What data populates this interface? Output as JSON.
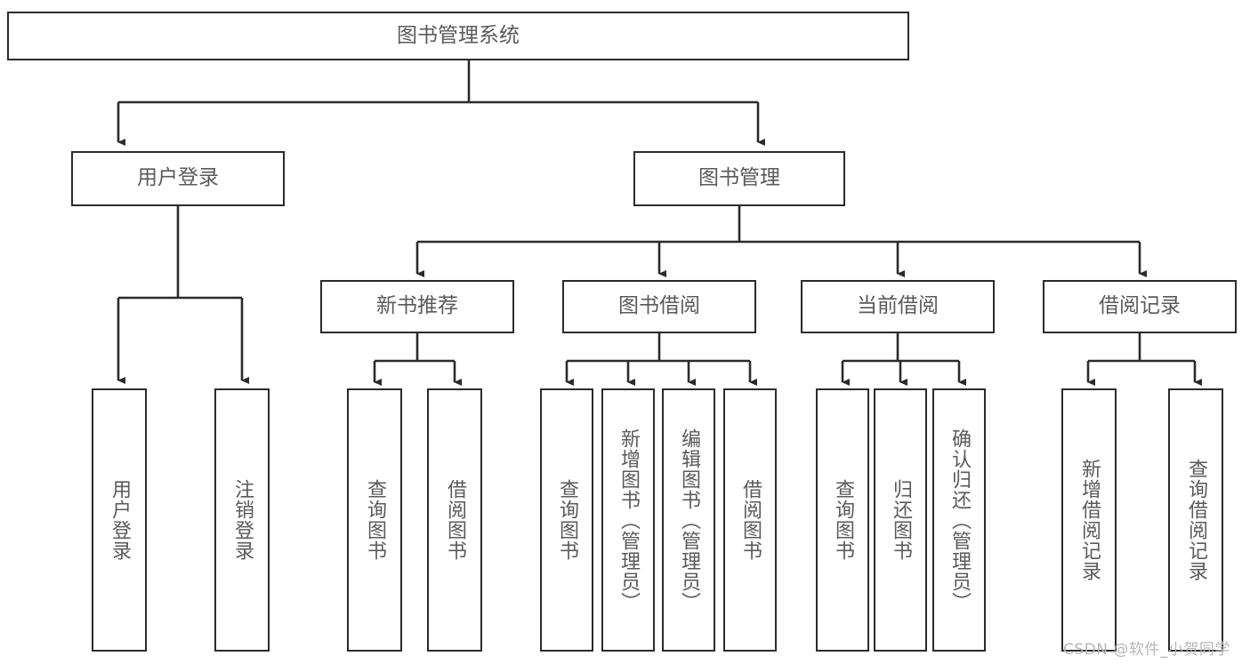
{
  "diagram": {
    "title": "图书管理系统",
    "type": "tree-hierarchy",
    "watermark": "CSDN @软件_小贺同学",
    "line_color": "#2b2b2b",
    "text_color": "#5a5a5a",
    "background": "#ffffff"
  },
  "nodes": {
    "root": {
      "label": "图书管理系统"
    },
    "level1": [
      {
        "label": "用户登录"
      },
      {
        "label": "图书管理"
      }
    ],
    "level2": [
      {
        "label": "新书推荐"
      },
      {
        "label": "图书借阅"
      },
      {
        "label": "当前借阅"
      },
      {
        "label": "借阅记录"
      }
    ],
    "leaves": {
      "user_login": [
        {
          "label": "用户登录"
        },
        {
          "label": "注销登录"
        }
      ],
      "new_book_recommend": [
        {
          "label": "查询图书"
        },
        {
          "label": "借阅图书"
        }
      ],
      "book_borrow": [
        {
          "label": "查询图书"
        },
        {
          "label": "新增图书（管理员）"
        },
        {
          "label": "编辑图书（管理员）"
        },
        {
          "label": "借阅图书"
        }
      ],
      "current_borrow": [
        {
          "label": "查询图书"
        },
        {
          "label": "归还图书"
        },
        {
          "label": "确认归还（管理员）"
        }
      ],
      "borrow_record": [
        {
          "label": "新增借阅记录"
        },
        {
          "label": "查询借阅记录"
        }
      ]
    }
  }
}
